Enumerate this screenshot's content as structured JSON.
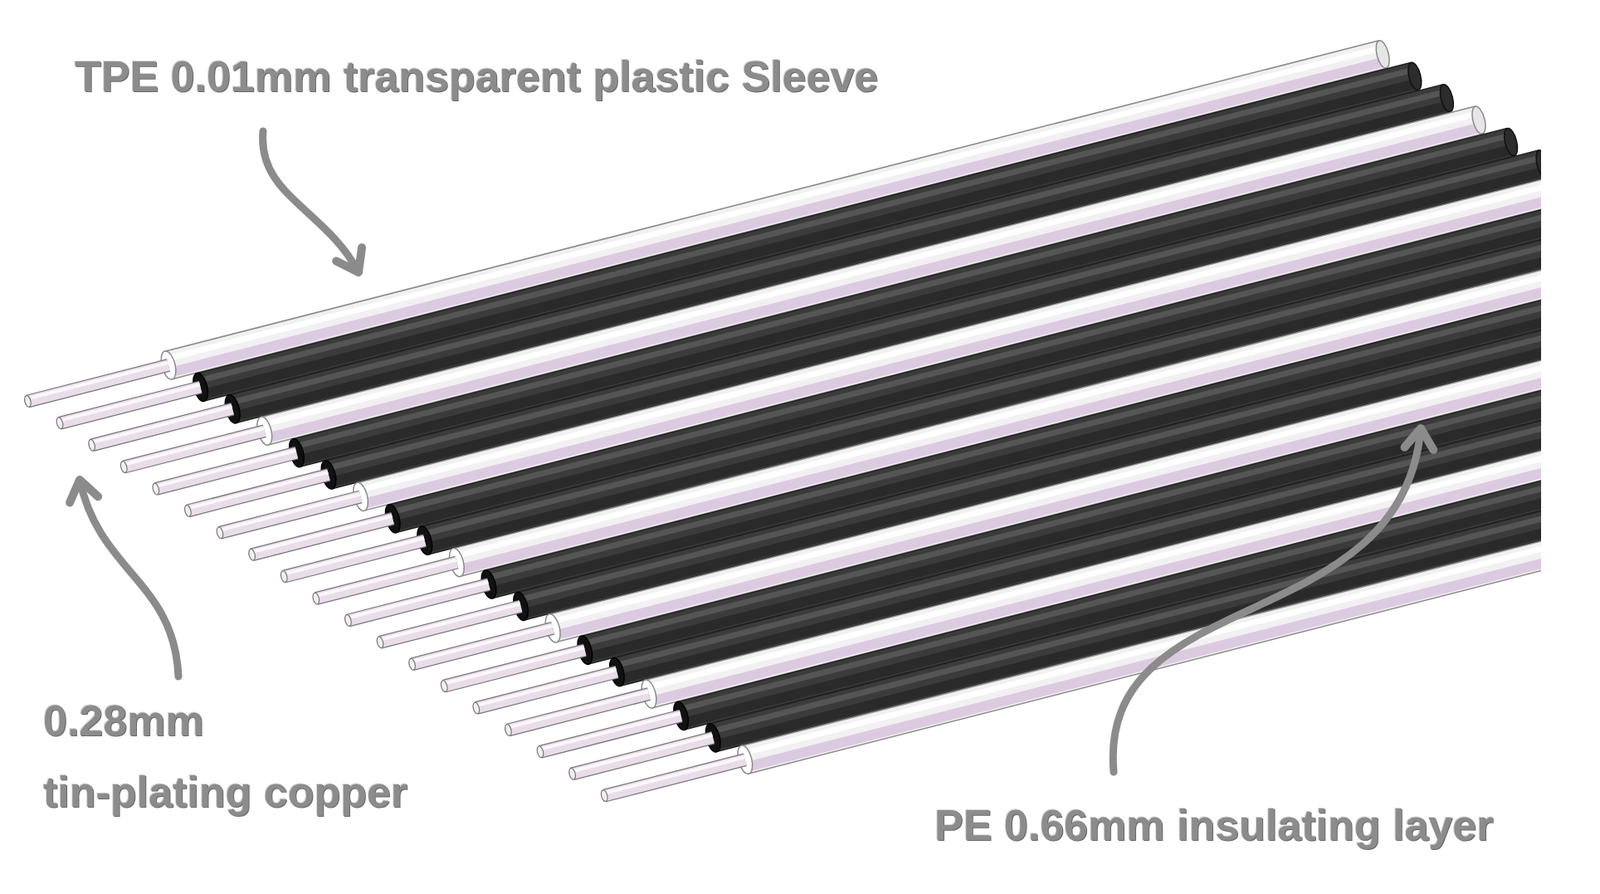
{
  "diagram": {
    "labels": [
      "TPE 0.01mm transparent plastic Sleeve",
      "0.28mm tin-plating copper",
      "PE 0.66mm insulating layer"
    ]
  }
}
